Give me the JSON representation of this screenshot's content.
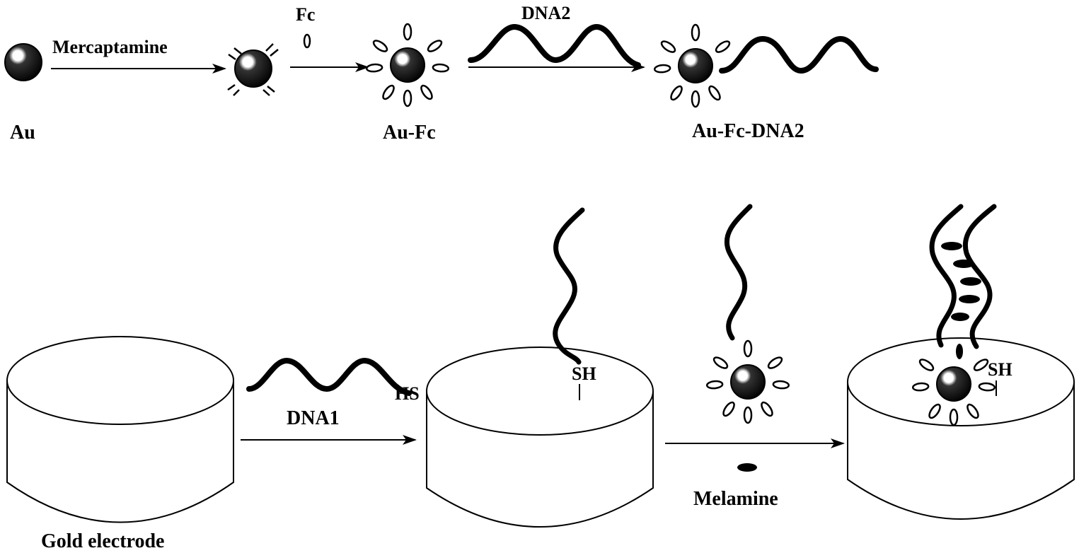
{
  "labels": {
    "au": "Au",
    "mercaptamine": "Mercaptamine",
    "fc": "Fc",
    "au_fc": "Au-Fc",
    "dna2": "DNA2",
    "au_fc_dna2": "Au-Fc-DNA2",
    "gold_electrode": "Gold electrode",
    "dna1": "DNA1",
    "hs": "HS",
    "sh_1": "SH",
    "melamine": "Melamine",
    "sh_2": "SH"
  },
  "colors": {
    "ink": "#000000",
    "background": "#ffffff"
  }
}
